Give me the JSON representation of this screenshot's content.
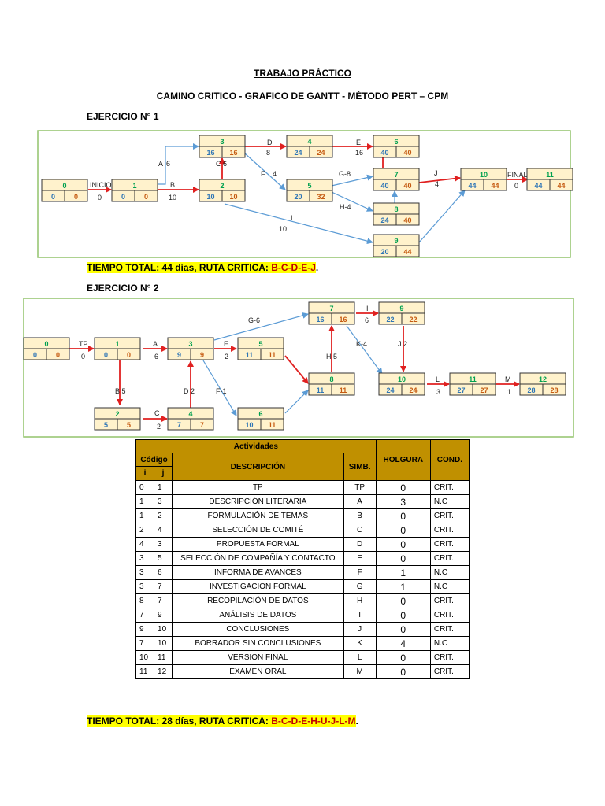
{
  "header": {
    "title": "TRABAJO PRÁCTICO",
    "subtitle": "CAMINO CRITICO - GRAFICO DE GANTT - MÉTODO PERT – CPM"
  },
  "ej1": {
    "heading": "EJERCICIO N° 1",
    "nodes": [
      {
        "id": "0",
        "es": "0",
        "ls": "0"
      },
      {
        "id": "1",
        "es": "0",
        "ls": "0"
      },
      {
        "id": "2",
        "es": "10",
        "ls": "10"
      },
      {
        "id": "3",
        "es": "16",
        "ls": "16"
      },
      {
        "id": "4",
        "es": "24",
        "ls": "24"
      },
      {
        "id": "5",
        "es": "20",
        "ls": "32"
      },
      {
        "id": "6",
        "es": "40",
        "ls": "40"
      },
      {
        "id": "7",
        "es": "40",
        "ls": "40"
      },
      {
        "id": "8",
        "es": "24",
        "ls": "40"
      },
      {
        "id": "9",
        "es": "20",
        "ls": "44"
      },
      {
        "id": "10",
        "es": "44",
        "ls": "44"
      },
      {
        "id": "11",
        "es": "44",
        "ls": "44"
      }
    ],
    "labels": [
      "INICIO",
      "0",
      "B",
      "10",
      "A",
      "6",
      "C",
      "6",
      "D",
      "8",
      "E",
      "16",
      "F",
      "4",
      "G-8",
      "H-4",
      "I",
      "10",
      "J",
      "4",
      "FINAL",
      "0"
    ],
    "summary_prefix": "TIEMPO TOTAL: 44 días, RUTA CRITICA: ",
    "summary_path": "B-C-D-E-J",
    "summary_end": "."
  },
  "ej2": {
    "heading": "EJERCICIO N° 2",
    "nodes": [
      {
        "id": "0",
        "es": "0",
        "ls": "0"
      },
      {
        "id": "1",
        "es": "0",
        "ls": "0"
      },
      {
        "id": "2",
        "es": "5",
        "ls": "5"
      },
      {
        "id": "3",
        "es": "9",
        "ls": "9"
      },
      {
        "id": "4",
        "es": "7",
        "ls": "7"
      },
      {
        "id": "5",
        "es": "11",
        "ls": "11"
      },
      {
        "id": "6",
        "es": "10",
        "ls": "11"
      },
      {
        "id": "7",
        "es": "16",
        "ls": "16"
      },
      {
        "id": "8",
        "es": "11",
        "ls": "11"
      },
      {
        "id": "9",
        "es": "22",
        "ls": "22"
      },
      {
        "id": "10",
        "es": "24",
        "ls": "24"
      },
      {
        "id": "11",
        "es": "27",
        "ls": "27"
      },
      {
        "id": "12",
        "es": "28",
        "ls": "28"
      }
    ],
    "labels": [
      "TP",
      "0",
      "A",
      "6",
      "G-6",
      "E",
      "2",
      "B 5",
      "C",
      "2",
      "D 2",
      "F-1",
      "H 5",
      "I",
      "6",
      "K-4",
      "J 2",
      "L",
      "3",
      "M",
      "1"
    ],
    "summary_prefix": "TIEMPO TOTAL: 28 días, RUTA CRITICA: ",
    "summary_path": "B-C-D-E-H-U-J-L-M",
    "summary_end": "."
  },
  "table": {
    "h_actividades": "Actividades",
    "h_codigo": "Código",
    "h_i": "i",
    "h_j": "j",
    "h_desc": "DESCRIPCIÓN",
    "h_simb": "SIMB.",
    "h_holgura": "HOLGURA",
    "h_cond": "COND.",
    "rows": [
      {
        "i": "0",
        "j": "1",
        "desc": "TP",
        "simb": "TP",
        "holgura": "0",
        "cond": "CRIT."
      },
      {
        "i": "1",
        "j": "3",
        "desc": "DESCRIPCIÓN LITERARIA",
        "simb": "A",
        "holgura": "3",
        "cond": "N.C"
      },
      {
        "i": "1",
        "j": "2",
        "desc": "FORMULACIÓN DE TEMAS",
        "simb": "B",
        "holgura": "0",
        "cond": "CRIT."
      },
      {
        "i": "2",
        "j": "4",
        "desc": "SELECCIÓN DE COMITÉ",
        "simb": "C",
        "holgura": "0",
        "cond": "CRIT."
      },
      {
        "i": "4",
        "j": "3",
        "desc": "PROPUESTA FORMAL",
        "simb": "D",
        "holgura": "0",
        "cond": "CRIT."
      },
      {
        "i": "3",
        "j": "5",
        "desc": "SELECCIÓN DE COMPAÑÍA Y CONTACTO",
        "simb": "E",
        "holgura": "0",
        "cond": "CRIT."
      },
      {
        "i": "3",
        "j": "6",
        "desc": "INFORMA DE AVANCES",
        "simb": "F",
        "holgura": "1",
        "cond": "N.C"
      },
      {
        "i": "3",
        "j": "7",
        "desc": "INVESTIGACIÓN FORMAL",
        "simb": "G",
        "holgura": "1",
        "cond": "N.C"
      },
      {
        "i": "8",
        "j": "7",
        "desc": "RECOPILACIÓN DE DATOS",
        "simb": "H",
        "holgura": "0",
        "cond": "CRIT."
      },
      {
        "i": "7",
        "j": "9",
        "desc": "ANÁLISIS DE DATOS",
        "simb": "I",
        "holgura": "0",
        "cond": "CRIT."
      },
      {
        "i": "9",
        "j": "10",
        "desc": "CONCLUSIONES",
        "simb": "J",
        "holgura": "0",
        "cond": "CRIT."
      },
      {
        "i": "7",
        "j": "10",
        "desc": "BORRADOR SIN CONCLUSIONES",
        "simb": "K",
        "holgura": "4",
        "cond": "N.C"
      },
      {
        "i": "10",
        "j": "11",
        "desc": "VERSIÓN FINAL",
        "simb": "L",
        "holgura": "0",
        "cond": "CRIT."
      },
      {
        "i": "11",
        "j": "12",
        "desc": "EXAMEN ORAL",
        "simb": "M",
        "holgura": "0",
        "cond": "CRIT."
      }
    ]
  },
  "colors": {
    "frame_green": "#92c36b",
    "node_fill": "#fff2cc",
    "node_id": "#00a050",
    "early": "#2e75b6",
    "late": "#c55a11",
    "critical": "#e02020",
    "normal": "#5b9bd5",
    "table_header": "#c09000"
  }
}
